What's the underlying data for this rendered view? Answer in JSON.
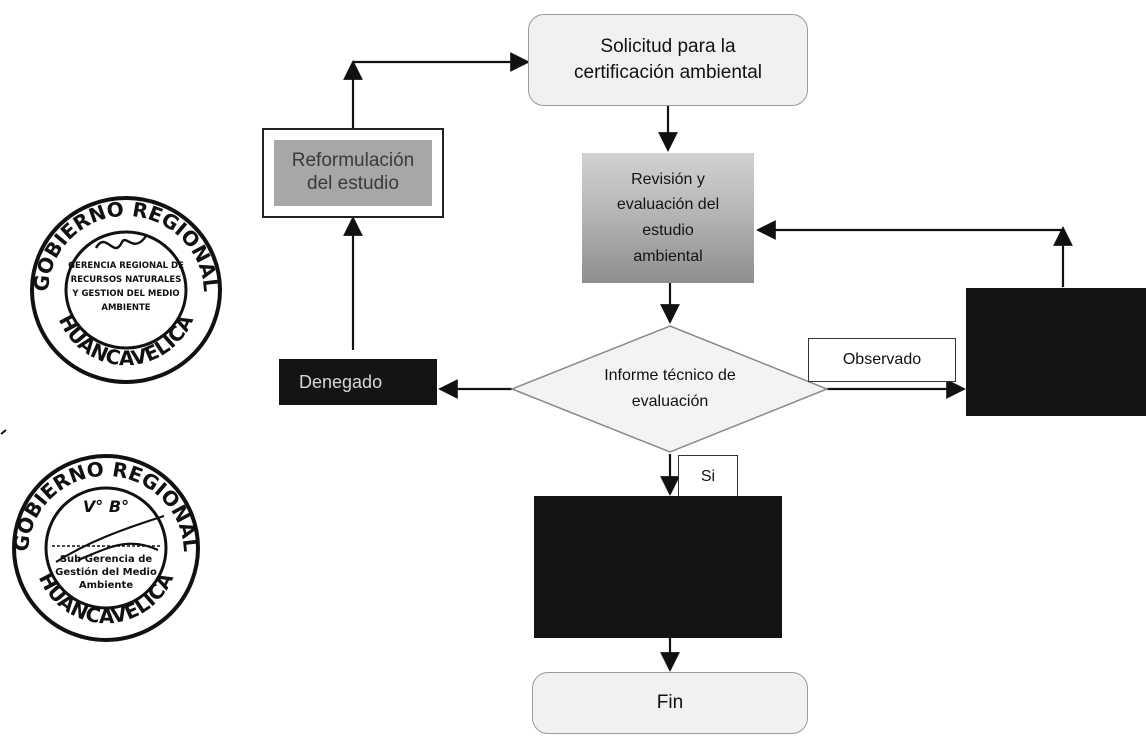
{
  "nodes": {
    "solicitud": "Solicitud para la certificación ambiental",
    "reformulacion": "Reformulación del estudio",
    "revision": "Revisión y evaluación del estudio ambiental",
    "informe": "Informe técnico de evaluación",
    "denegado": "Denegado",
    "observado_box": "",
    "aprobado_box": "",
    "fin": "Fin"
  },
  "edge_labels": {
    "observado": "Observado",
    "si": "Si"
  },
  "seals": {
    "top": {
      "ring_top": "GOBIERNO REGIONAL",
      "ring_bottom": "HUANCAVELICA",
      "center_lines": [
        "GERENCIA REGIONAL DE",
        "RECURSOS NATURALES",
        "Y GESTION DEL MEDIO",
        "AMBIENTE"
      ]
    },
    "bottom": {
      "ring_top": "GOBIERNO REGIONAL",
      "ring_bottom": "HUANCAVELICA",
      "center_mark": "V° B°",
      "center_lines": [
        "Sub Gerencia de",
        "Gestión del Medio",
        "Ambiente"
      ]
    }
  },
  "colors": {
    "dark_box": "#141414",
    "gray_box": "#a7a7a7",
    "light_box": "#f1f1f1",
    "line": "#111111"
  }
}
